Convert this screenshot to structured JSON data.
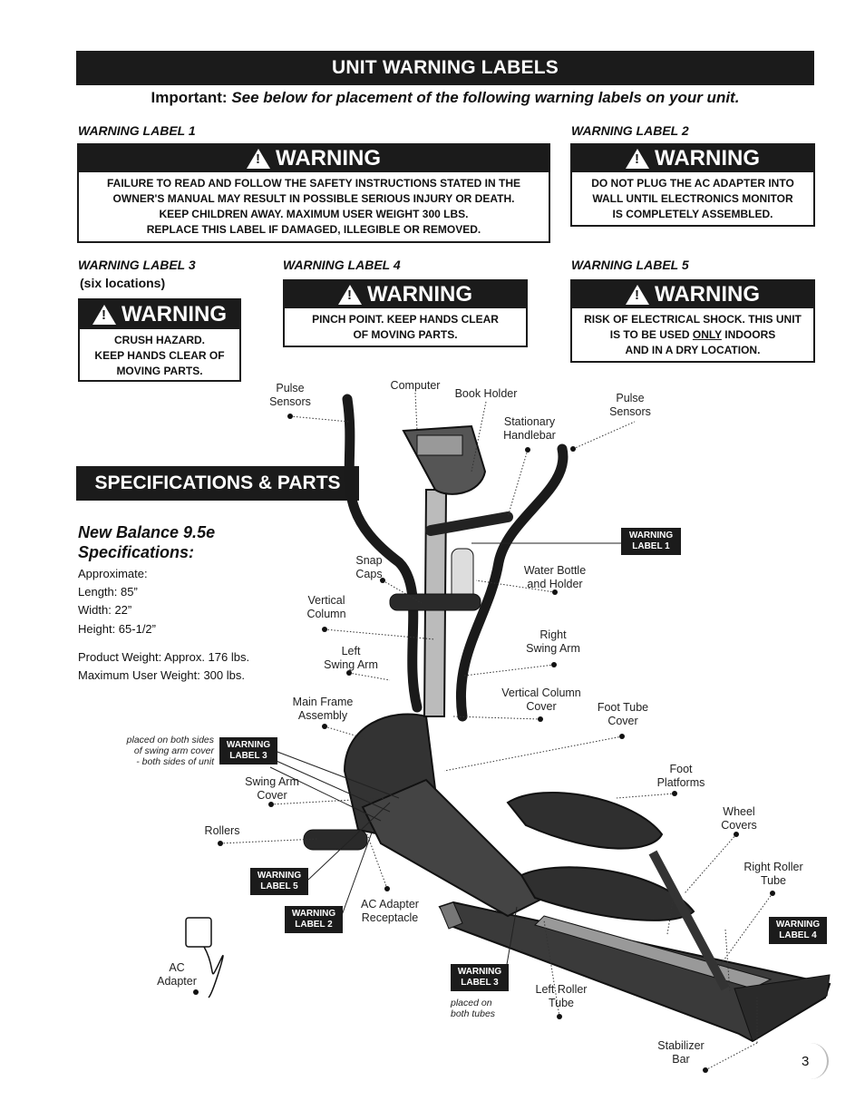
{
  "header": {
    "title": "UNIT WARNING LABELS",
    "important_prefix": "Important:",
    "important_text": "See below for placement of the following warning labels on your unit."
  },
  "labels": [
    {
      "title": "WARNING LABEL 1",
      "heading": "WARNING",
      "text": "FAILURE TO READ AND FOLLOW THE SAFETY INSTRUCTIONS STATED IN THE\nOWNER'S MANUAL MAY RESULT IN POSSIBLE SERIOUS INJURY OR DEATH.\nKEEP CHILDREN AWAY. MAXIMUM USER WEIGHT 300 LBS.\nREPLACE THIS LABEL IF DAMAGED, ILLEGIBLE OR REMOVED."
    },
    {
      "title": "WARNING LABEL 2",
      "heading": "WARNING",
      "text": "DO NOT PLUG THE AC ADAPTER INTO\nWALL UNTIL ELECTRONICS MONITOR\nIS COMPLETELY ASSEMBLED."
    },
    {
      "title": "WARNING LABEL 3",
      "subtitle": "(six locations)",
      "heading": "WARNING",
      "text": "CRUSH HAZARD.\nKEEP HANDS CLEAR OF\nMOVING PARTS."
    },
    {
      "title": "WARNING LABEL 4",
      "heading": "WARNING",
      "text": "PINCH POINT. KEEP HANDS CLEAR\nOF MOVING PARTS."
    },
    {
      "title": "WARNING LABEL 5",
      "heading": "WARNING",
      "text_a": "RISK OF ELECTRICAL SHOCK. THIS UNIT\nIS TO BE USED ",
      "text_u": "ONLY",
      "text_b": " INDOORS\nAND IN A DRY LOCATION."
    }
  ],
  "specs": {
    "section_title": "SPECIFICATIONS & PARTS",
    "model_title": "New Balance 9.5e\nSpecifications:",
    "approx": "Approximate:",
    "length": "Length: 85”",
    "width": "Width: 22”",
    "height": "Height: 65-1/2”",
    "product_weight": "Product Weight: Approx. 176 lbs.",
    "max_weight": "Maximum User Weight: 300 lbs."
  },
  "parts": {
    "pulse_sensors_left": "Pulse\nSensors",
    "computer": "Computer",
    "book_holder": "Book Holder",
    "pulse_sensors_right": "Pulse\nSensors",
    "stationary_handlebar": "Stationary\nHandlebar",
    "snap_caps": "Snap\nCaps",
    "water_bottle": "Water Bottle\nand Holder",
    "vertical_column": "Vertical\nColumn",
    "right_swing_arm": "Right\nSwing Arm",
    "left_swing_arm": "Left\nSwing Arm",
    "vertical_column_cover": "Vertical Column\nCover",
    "main_frame": "Main Frame\nAssembly",
    "foot_tube_cover": "Foot Tube\nCover",
    "swing_arm_cover": "Swing Arm\nCover",
    "foot_platforms": "Foot\nPlatforms",
    "wheel_covers": "Wheel\nCovers",
    "rollers": "Rollers",
    "right_roller_tube": "Right Roller\nTube",
    "ac_adapter_receptacle": "AC Adapter\nReceptacle",
    "ac_adapter": "AC\nAdapter",
    "left_roller_tube": "Left Roller\nTube",
    "stabilizer_bar": "Stabilizer\nBar"
  },
  "tags": {
    "wl1": "WARNING\nLABEL 1",
    "wl2": "WARNING\nLABEL 2",
    "wl3a": "WARNING\nLABEL 3",
    "wl3b": "WARNING\nLABEL 3",
    "wl4": "WARNING\nLABEL 4",
    "wl5": "WARNING\nLABEL 5"
  },
  "notes": {
    "both_sides": "placed on both sides\nof swing arm cover\n- both sides of unit",
    "both_tubes": "placed on\nboth tubes"
  },
  "page_number": "3"
}
